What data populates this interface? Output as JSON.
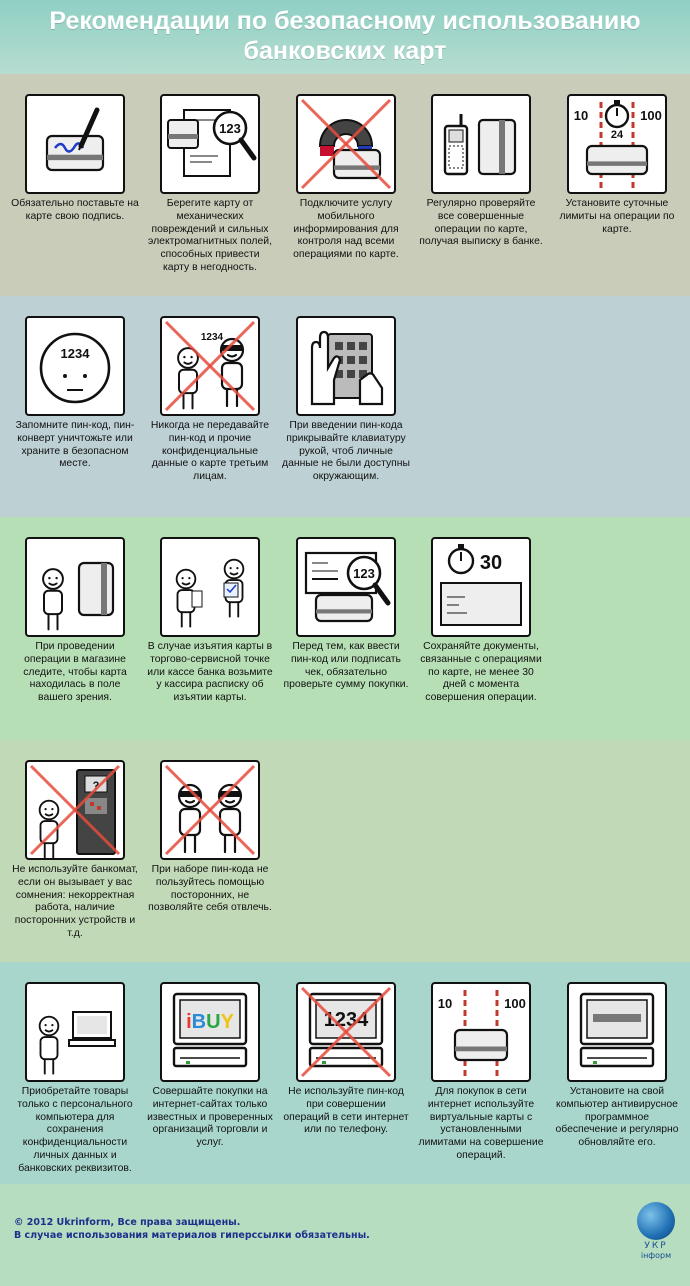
{
  "title": {
    "line1": "Рекомендации по безопасному использованию",
    "line2": "банковских карт"
  },
  "band_colors": [
    "#c9ccb9",
    "#bdd0d4",
    "#b7dfb5",
    "#c2d9b7",
    "#a9d6cc"
  ],
  "sections": [
    {
      "cards": [
        {
          "icon": "card-signature-icon",
          "crossed": false,
          "caption": "Обязательно поставьте на карте свою подпись."
        },
        {
          "icon": "card-magnifier-icon",
          "crossed": false,
          "icon_text": "123",
          "caption": "Берегите карту от механических повреждений и сильных электромагнитных полей, способных привести карту в негодность."
        },
        {
          "icon": "magnet-card-icon",
          "crossed": true,
          "caption": "Подключите услугу мобильного информирования для контроля над всеми операциями по карте."
        },
        {
          "icon": "phone-card-icon",
          "crossed": false,
          "caption": "Регулярно проверяйте все совершенные операции по карте, получая выписку в банке."
        },
        {
          "icon": "limit-timer-icon",
          "crossed": false,
          "icon_left": "10",
          "icon_right": "100",
          "icon_center": "24",
          "caption": "Установите суточные лимиты на операции по карте."
        }
      ]
    },
    {
      "cards": [
        {
          "icon": "person-remember-pin-icon",
          "crossed": false,
          "icon_text": "1234",
          "caption": "Запомните пин-код, пин-конверт уничтожьте или храните в безопасном месте."
        },
        {
          "icon": "pin-share-people-icon",
          "crossed": true,
          "icon_text": "1234",
          "caption": "Никогда не передавайте пин-код и прочие конфиденциальные данные о карте третьим лицам."
        },
        {
          "icon": "hand-keypad-icon",
          "crossed": false,
          "caption": "При введении пин-кода прикрывайте клавиатуру рукой, чтоб личные данные не были доступны окружающим."
        }
      ]
    },
    {
      "cards": [
        {
          "icon": "person-card-icon",
          "crossed": false,
          "caption": "При проведении операции в магазине следите, чтобы карта находилась в поле вашего зрения."
        },
        {
          "icon": "people-receipt-icon",
          "crossed": false,
          "caption": "В случае изъятия карты в торгово-сервисной точке или кассе банка возьмите у кассира расписку об изъятии карты."
        },
        {
          "icon": "receipt-magnifier-icon",
          "crossed": false,
          "icon_text": "123",
          "caption": "Перед тем, как ввести пин-код или подписать чек, обязательно проверьте сумму покупки."
        },
        {
          "icon": "timer-documents-icon",
          "crossed": false,
          "icon_text": "30",
          "caption": "Сохраняйте документы, связанные с операциями по карте, не менее 30 дней с момента совершения операции."
        }
      ]
    },
    {
      "cards": [
        {
          "icon": "person-atm-icon",
          "crossed": true,
          "icon_text": "?",
          "caption": "Не используйте банкомат, если он вызывает у вас сомнения: некорректная работа, наличие посторонних устройств и т.д."
        },
        {
          "icon": "thief-people-icon",
          "crossed": true,
          "caption": "При наборе пин-кода не пользуйтесь помощью посторонних, не позволяйте себя отвлечь."
        }
      ]
    },
    {
      "cards": [
        {
          "icon": "person-computer-icon",
          "crossed": false,
          "caption": "Приобретайте товары только с персонального компьютера для сохранения конфиденциальности личных данных и банковских реквизитов."
        },
        {
          "icon": "computer-ibuy-icon",
          "crossed": false,
          "icon_text": "iBUY",
          "caption": "Совершайте покупки на интернет-сайтах только известных и проверенных организаций торговли и услуг."
        },
        {
          "icon": "computer-pin-icon",
          "crossed": true,
          "icon_text": "1234",
          "caption": "Не используйте пин-код при совершении операций в сети интернет или по телефону."
        },
        {
          "icon": "virtual-card-limit-icon",
          "crossed": false,
          "icon_left": "10",
          "icon_right": "100",
          "caption": "Для покупок в сети интернет используйте виртуальные карты с установленными лимитами на совершение операций."
        },
        {
          "icon": "computer-antivirus-icon",
          "crossed": false,
          "caption": "Установите на свой компьютер антивирусное программное обеспечение и регулярно обновляйте его."
        }
      ]
    }
  ],
  "footer": {
    "copyright": "© 2012 Ukrinform, Все права защищены.",
    "notice": "В случае использования материалов гиперссылки обязательны.",
    "logo_line1": "УКР",
    "logo_line2": "інформ"
  }
}
